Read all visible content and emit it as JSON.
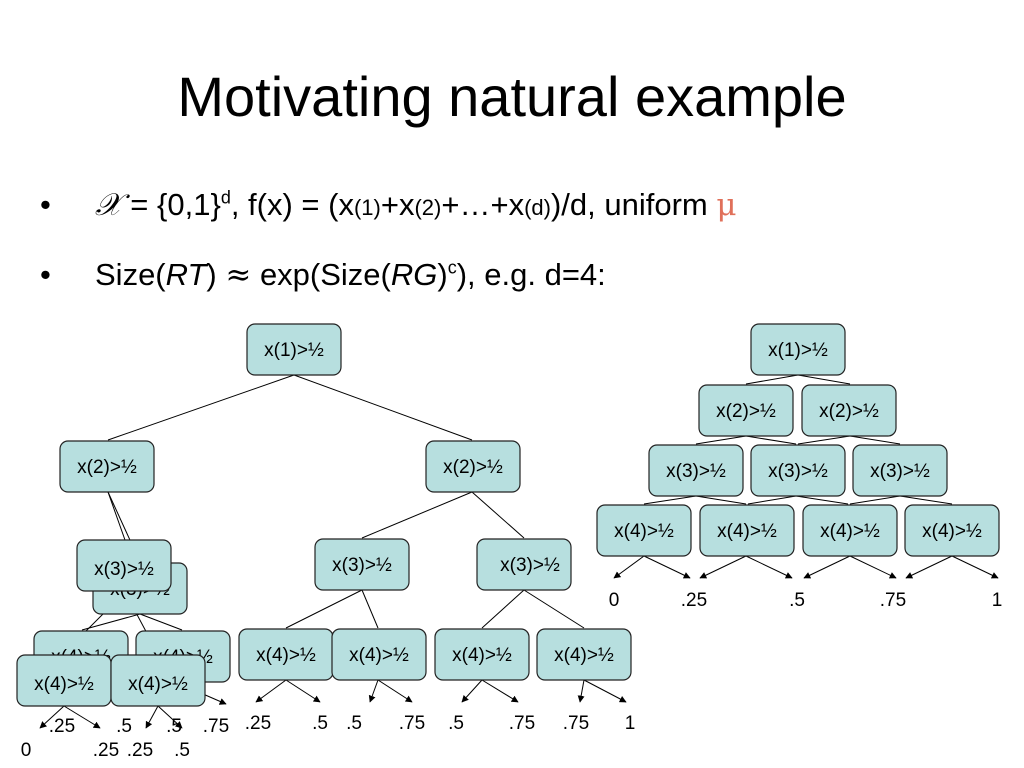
{
  "slide": {
    "title": "Motivating natural example",
    "bullet1": {
      "dot": "•",
      "x_symbol": "𝒳",
      "eq1": " = {0,1}",
      "d_sup": "d",
      "fx": ", f(x) = (x",
      "s1": "(1)",
      "p1": "+x",
      "s2": "(2)",
      "p2": "+…+x",
      "sd": "(d)",
      "tail": ")/d, uniform ",
      "mu": "μ"
    },
    "bullet2": {
      "dot": "•",
      "t1": "Size(",
      "rt": "RT",
      "t2": ") ",
      "approx": "≈",
      "t3": " exp(Size(",
      "rg": "RG",
      "t4": ")",
      "c_sup": "c",
      "t5": "), e.g. d=4:"
    }
  },
  "colors": {
    "node_fill": "#b7dfdf",
    "mu": "#e0705a"
  },
  "labels": {
    "x1": "x(1)>½",
    "x2": "x(2)>½",
    "x3": "x(3)>½",
    "x4": "x(4)>½"
  },
  "leaves": {
    "v0": "0",
    "v25": ".25",
    "v5": ".5",
    "v75": ".75",
    "v1": "1"
  }
}
